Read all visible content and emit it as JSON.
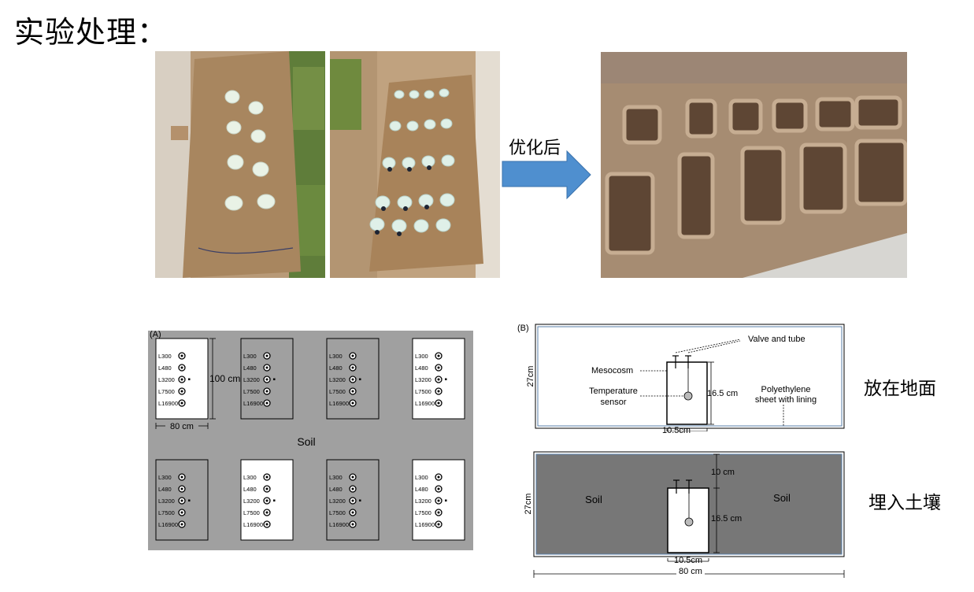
{
  "page": {
    "title": "实验处理："
  },
  "arrow": {
    "label": "优化后"
  },
  "panel_a": {
    "tag": "(A)",
    "soil_label": "Soil",
    "width_label": "80 cm",
    "height_label": "100 cm",
    "row_labels": [
      "L300",
      "L480",
      "L3200",
      "L7500",
      "L16900"
    ],
    "plots_top": [
      "white",
      "gray",
      "gray",
      "white"
    ],
    "plots_bottom": [
      "gray",
      "white",
      "gray",
      "white"
    ]
  },
  "panel_b_top": {
    "tag": "(B)",
    "valve_label": "Valve and tube",
    "mesocosm_label": "Mesocosm",
    "temp_label_1": "Temperature",
    "temp_label_2": "sensor",
    "height_label": "16.5 cm",
    "poly_label_1": "Polyethylene",
    "poly_label_2": "sheet with lining",
    "depth_label": "27cm",
    "width_label": "10.5cm",
    "cn_label": "放在地面"
  },
  "panel_b_bottom": {
    "soil_left": "Soil",
    "soil_right": "Soil",
    "top_gap_label": "10 cm",
    "height_label": "16.5 cm",
    "depth_label": "27cm",
    "width_label": "10.5cm",
    "total_width_label": "80 cm",
    "cn_label": "埋入土壤"
  },
  "colors": {
    "arrow": "#4f8fcf",
    "soil_gray": "#a0a0a0",
    "buried_gray": "#777777"
  }
}
